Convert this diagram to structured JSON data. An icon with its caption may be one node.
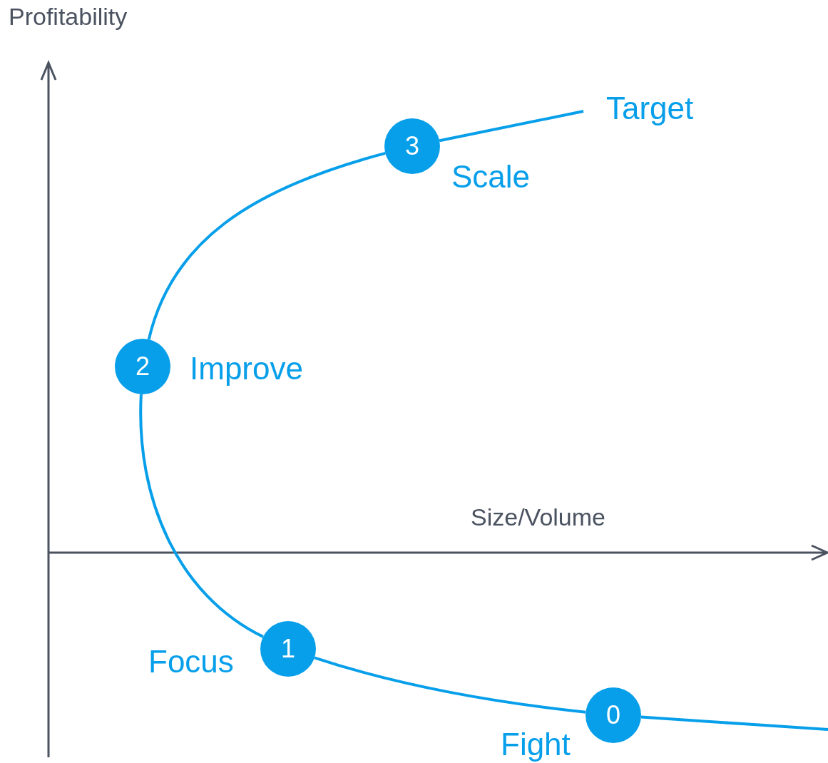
{
  "diagram": {
    "nodes": [
      {
        "text": [
          "0"
        ],
        "beside": [
          "Fight"
        ]
      },
      {
        "text": [
          "1"
        ],
        "beside": [
          "Focus"
        ]
      },
      {
        "text": [
          "2"
        ],
        "beside": [
          "Improve"
        ]
      },
      {
        "text": [
          "3"
        ],
        "beside": [
          "Scale"
        ]
      },
      {
        "text": [
          "Target"
        ]
      }
    ],
    "edges": [
      {
        "from": null,
        "to": 0,
        "arrow": "none"
      },
      {
        "from": 0,
        "to": 1,
        "arrow": "none"
      },
      {
        "from": 1,
        "to": 2,
        "arrow": "none"
      },
      {
        "from": 2,
        "to": 3,
        "arrow": "none"
      },
      {
        "from": 3,
        "to": 4,
        "arrow": "none"
      }
    ],
    "labels": [
      "Profitability",
      "Size/Volume"
    ]
  }
}
